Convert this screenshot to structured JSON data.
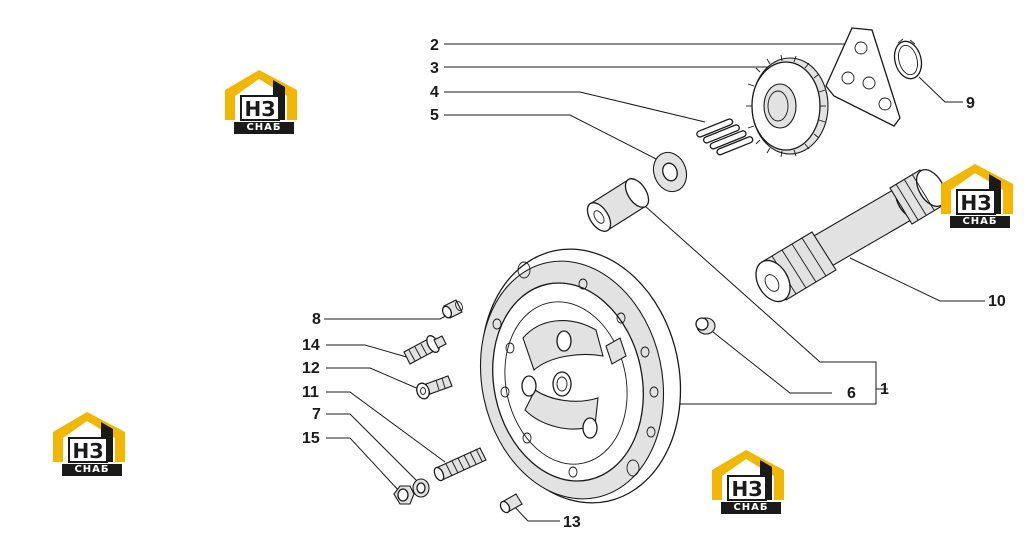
{
  "callouts": {
    "c1": "1",
    "c2": "2",
    "c3": "3",
    "c4": "4",
    "c5": "5",
    "c6": "6",
    "c7": "7",
    "c8": "8",
    "c9": "9",
    "c10": "10",
    "c11": "11",
    "c12": "12",
    "c13": "13",
    "c14": "14",
    "c15": "15"
  },
  "watermark": {
    "brand_text": "СНАБ",
    "monogram": "НЗ",
    "colors": {
      "roof": "#f2b705",
      "mark": "#1a1a1a"
    }
  }
}
